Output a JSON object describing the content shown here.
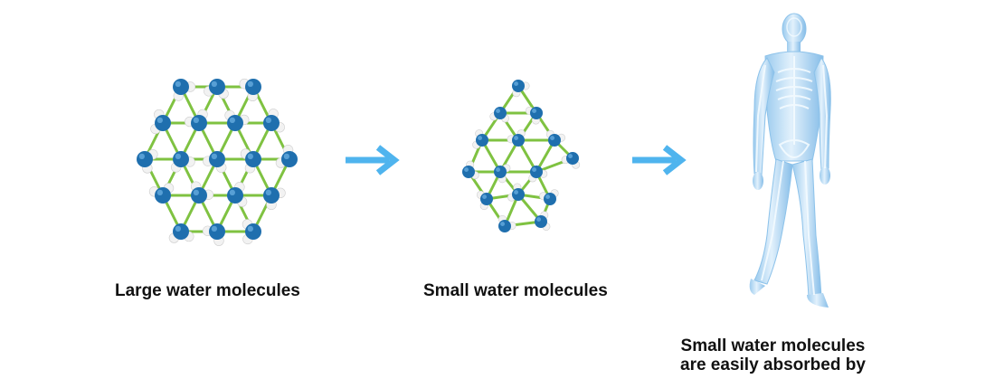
{
  "captions": {
    "large": "Large water molecules",
    "small": "Small water molecules",
    "body_line1": "Small water molecules",
    "body_line2": "are easily absorbed by"
  },
  "colors": {
    "oxygen": "#1f6fae",
    "oxygen_highlight": "#6fb4e6",
    "hydrogen": "#f2f2f2",
    "bond": "#7fc241",
    "arrow": "#4fb4ee",
    "body": "#bfe0f7",
    "skeleton": "#e8f4fc",
    "text": "#111111"
  },
  "icons": {
    "arrow_1": "arrow-right-icon",
    "arrow_2": "arrow-right-icon"
  }
}
